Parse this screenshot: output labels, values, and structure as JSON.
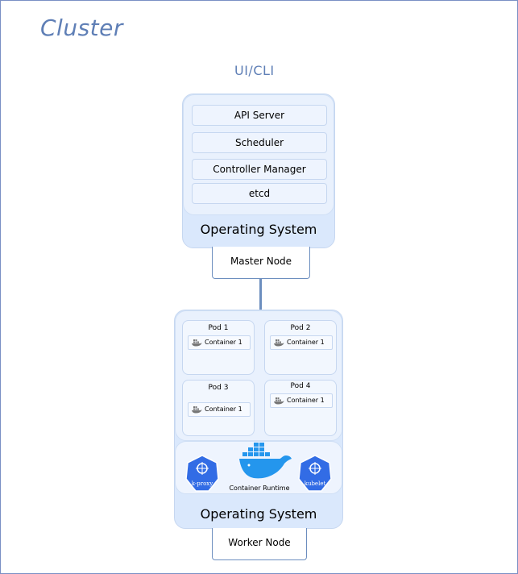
{
  "title": "Cluster",
  "client_label": "UI/CLI",
  "master": {
    "components": [
      "API Server",
      "Scheduler",
      "Controller Manager",
      "etcd"
    ],
    "os_label": "Operating System",
    "node_label": "Master Node"
  },
  "worker": {
    "pods": [
      {
        "name": "Pod 1",
        "container": "Container 1"
      },
      {
        "name": "Pod 2",
        "container": "Container 1"
      },
      {
        "name": "Pod 3",
        "container": "Container 1"
      },
      {
        "name": "Pod 4",
        "container": "Container 1"
      }
    ],
    "kproxy_label": "k-proxy",
    "kubelet_label": "kubelet",
    "runtime_label": "Container Runtime",
    "os_label": "Operating System",
    "node_label": "Worker Node"
  },
  "colors": {
    "accent": "#5f7fb6",
    "fill": "#dae8fc",
    "stroke": "#6c8ebf",
    "k8s_blue": "#326ce5",
    "docker_blue": "#2496ed"
  },
  "icons": [
    "docker-icon",
    "k8s-hexagon-icon",
    "docker-whale-icon"
  ]
}
